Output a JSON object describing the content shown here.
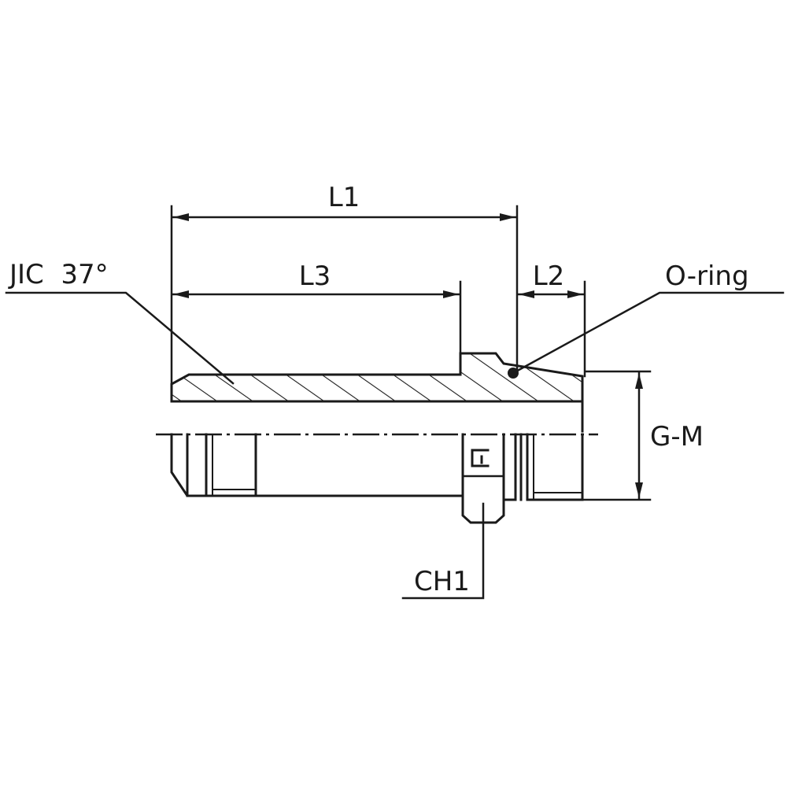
{
  "labels": {
    "l1": "L1",
    "l3": "L3",
    "l2": "L2",
    "jic": "JIC  37°",
    "oring": "O-ring",
    "gm": "G-M",
    "ch1": "CH1"
  },
  "colors": {
    "ink": "#1a1a1a",
    "background": "#ffffff"
  }
}
